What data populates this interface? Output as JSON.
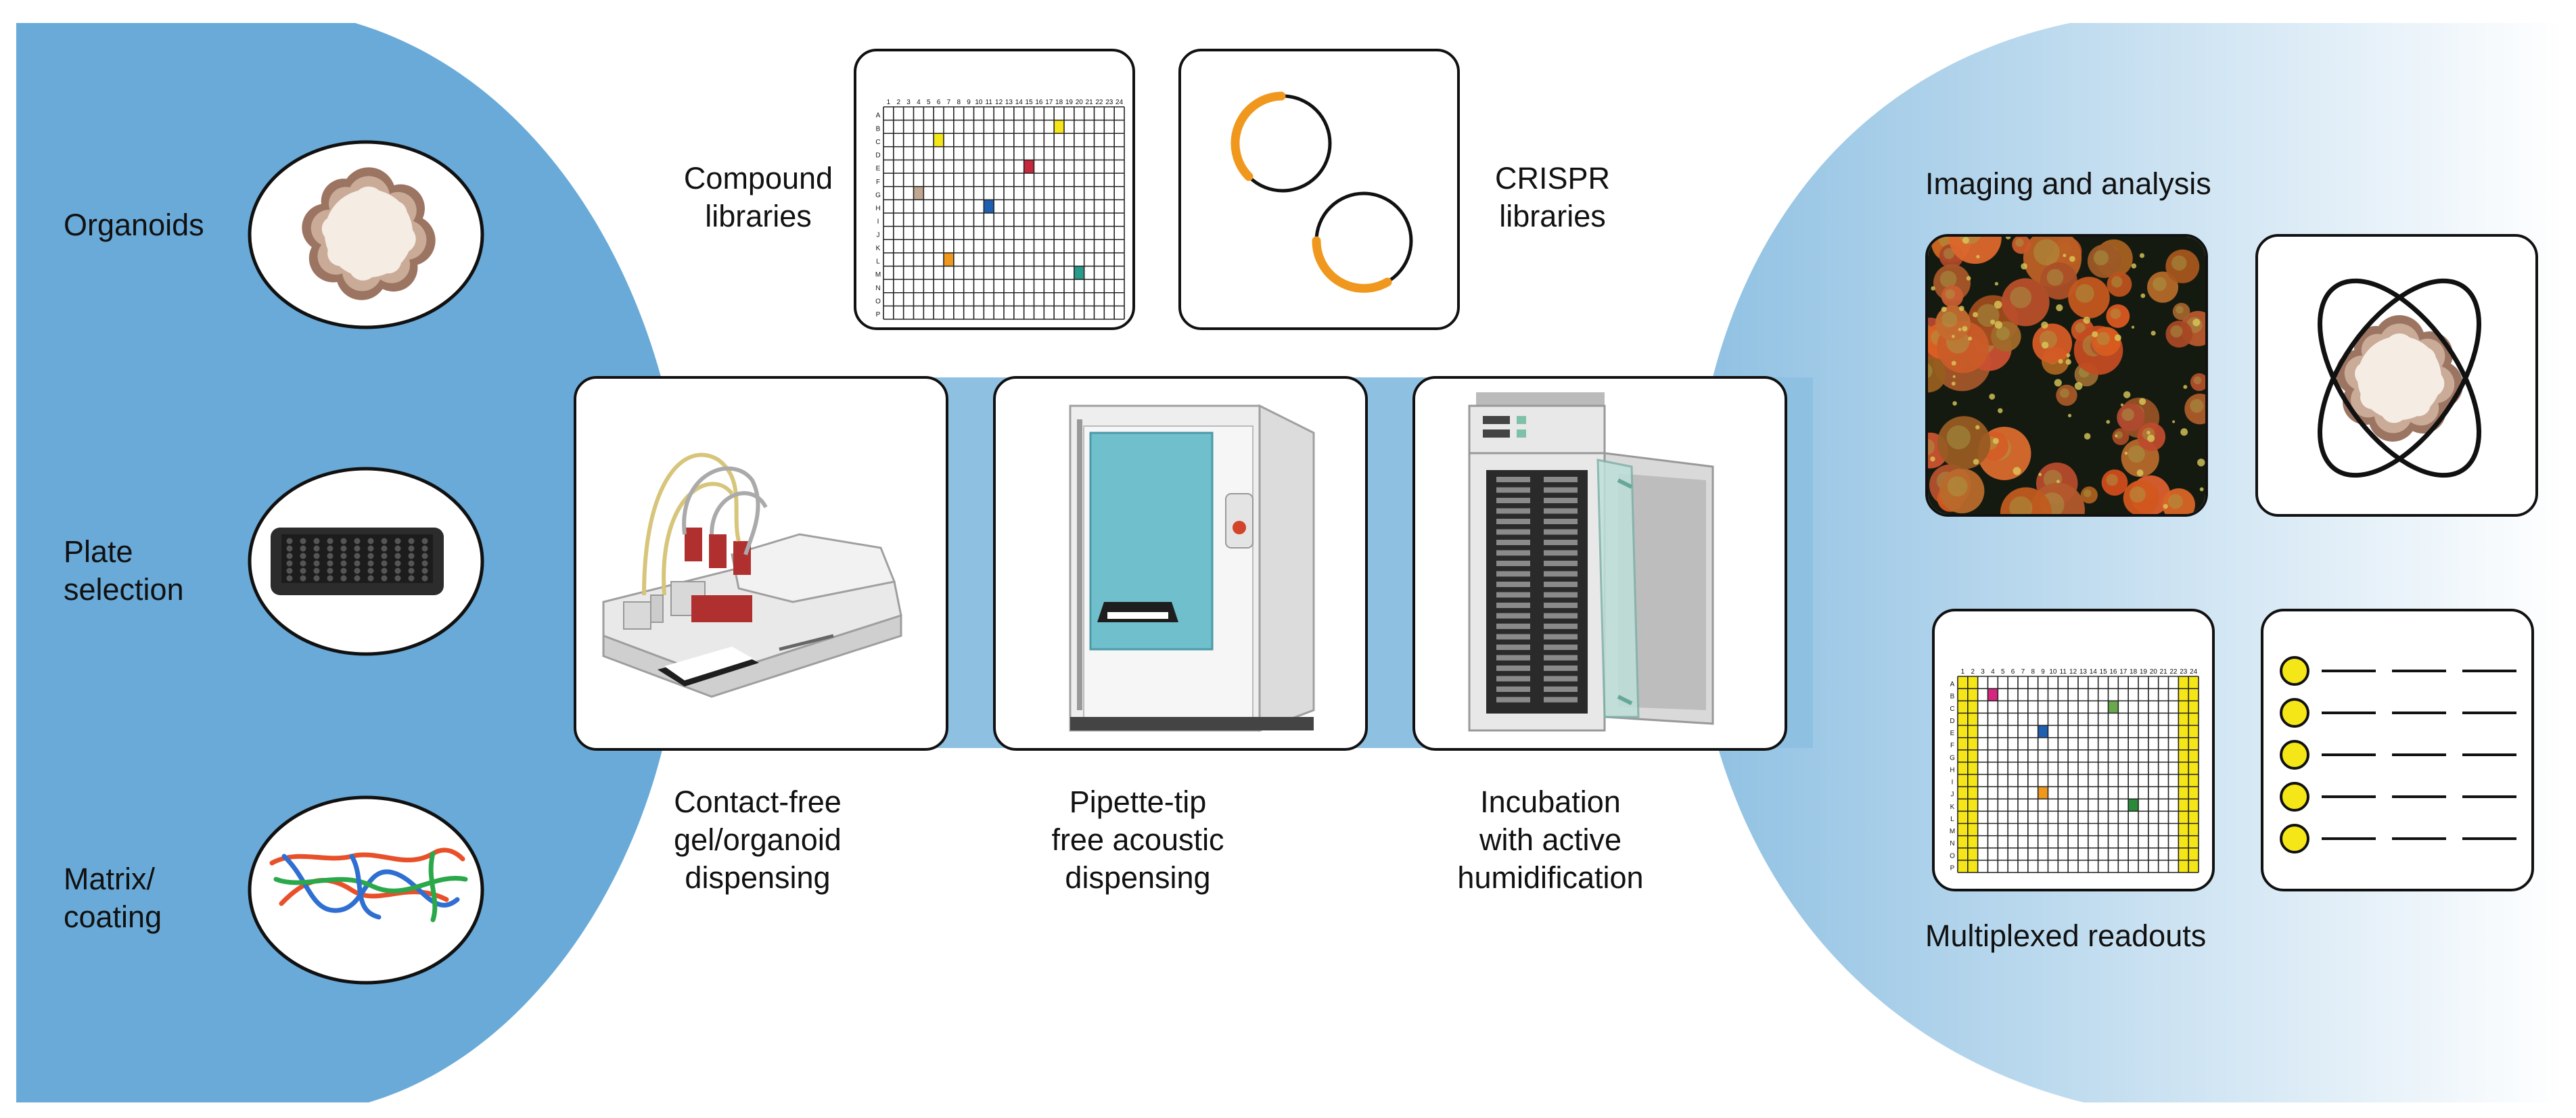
{
  "colors": {
    "left_panel": "#6aaad8",
    "right_panel_start": "#8ec0e2",
    "right_panel_end": "#ffffff",
    "band": "#8ec0e2",
    "outline": "#111111",
    "orange": "#f0981e",
    "yellow_well": "#f5e617",
    "organoid_fill": "#f5ece4",
    "organoid_edge": "#9c7462"
  },
  "left": {
    "items": [
      {
        "label": "Organoids",
        "icon": "organoid-icon"
      },
      {
        "label": "Plate\nselection",
        "icon": "well-plate-icon"
      },
      {
        "label": "Matrix/\ncoating",
        "icon": "matrix-fibers-icon"
      }
    ]
  },
  "top": {
    "compound_label": "Compound\nlibraries",
    "crispr_label": "CRISPR\nlibraries"
  },
  "instruments": [
    {
      "label": "Contact-free\ngel/organoid\ndispensing",
      "icon": "liquid-dispenser-icon"
    },
    {
      "label": "Pipette-tip\nfree acoustic\ndispensing",
      "icon": "acoustic-dispenser-icon"
    },
    {
      "label": "Incubation\nwith active\nhumidification",
      "icon": "incubator-icon"
    }
  ],
  "right": {
    "imaging_label": "Imaging and analysis",
    "multiplexed_label": "Multiplexed readouts"
  },
  "plate": {
    "columns": "1 2 3 4 5 6 7 8 9 10 11 12 13 14 15 16 17 18 19 20 21 22 23 24",
    "rows": "A B C D E F G H I J K L M N O P"
  }
}
